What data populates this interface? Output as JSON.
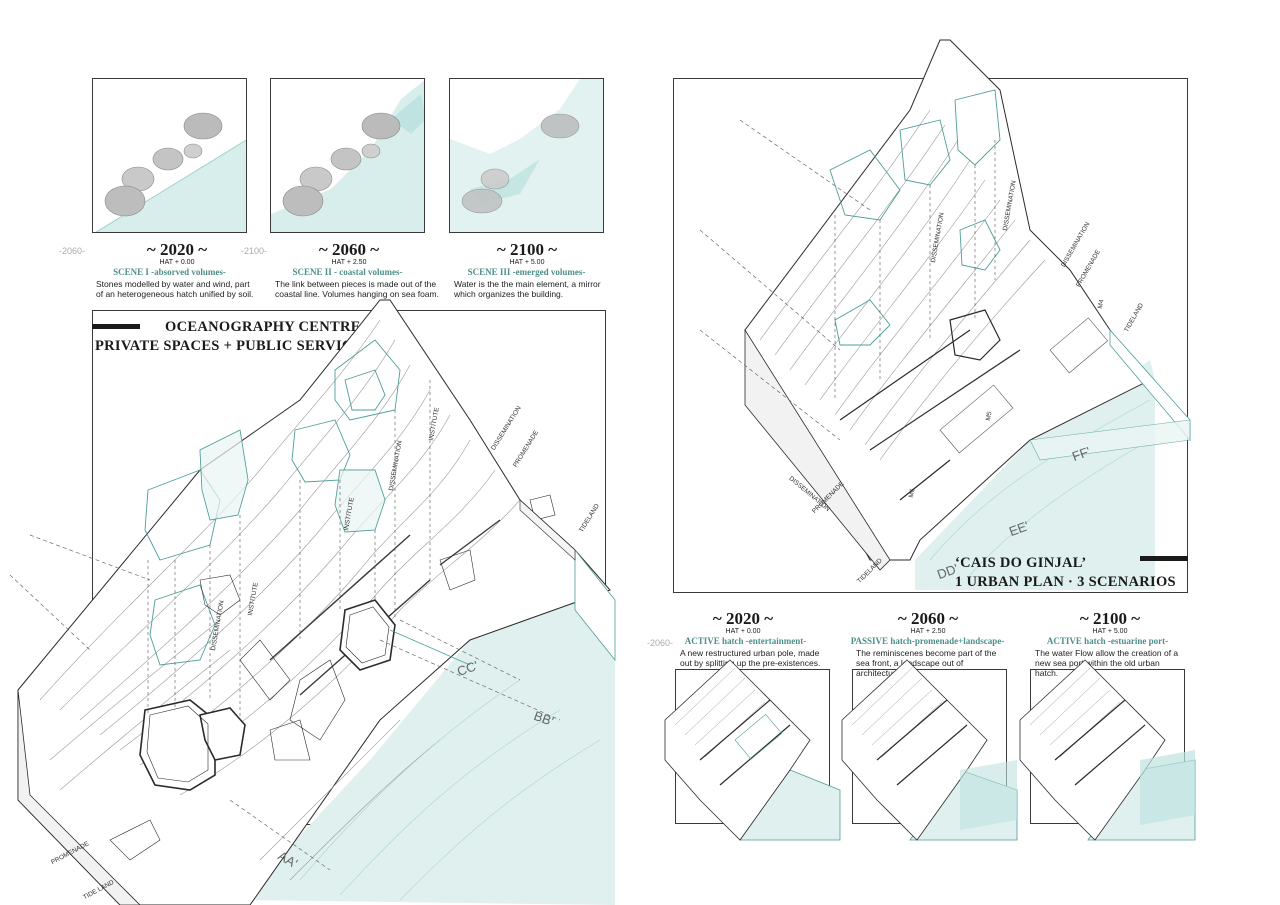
{
  "top_scenes": [
    {
      "year": "~ 2020 ~",
      "hat": "HAT + 0.00",
      "scene": "SCENE I -absorved volumes-",
      "desc": "Stones modelled by water and wind, part of an heterogeneous hatch unified by soil.",
      "side": ""
    },
    {
      "year": "~ 2060 ~",
      "hat": "HAT + 2.50",
      "scene": "SCENE II - coastal volumes-",
      "desc": "The link between pieces is made out of the coastal line. Volumes hanging on sea foam.",
      "side": "-2060-"
    },
    {
      "year": "~ 2100 ~",
      "hat": "HAT + 5.00",
      "scene": "SCENE III -emerged volumes-",
      "desc": "Water is the the main element, a mirror which organizes the building.",
      "side": "-2100-"
    }
  ],
  "bottom_scenes": [
    {
      "year": "~ 2020 ~",
      "hat": "HAT + 0.00",
      "scene": "ACTIVE hatch -entertainment-",
      "desc": "A new restructured urban pole, made out by splitting up the pre-existences.",
      "side": "-2060-"
    },
    {
      "year": "~ 2060 ~",
      "hat": "HAT + 2.50",
      "scene": "PASSIVE hatch-promenade+landscape-",
      "desc": "The reminiscenes become part of the sea front, a landscape out of architecture.",
      "side": ""
    },
    {
      "year": "~ 2100 ~",
      "hat": "HAT + 5.00",
      "scene": "ACTIVE hatch -estuarine port-",
      "desc": "The water Flow allow the creation of a new sea port within the old urban hatch.",
      "side": ""
    }
  ],
  "left_title": {
    "line1": "OCEANOGRAPHY CENTRE",
    "line2": "PRIVATE SPACES + PUBLIC SERVICE"
  },
  "right_title": {
    "line1": "‘CAIS DO GINJAL’",
    "line2": "1 URBAN PLAN · 3 SCENARIOS"
  },
  "left_labels": {
    "dissemination": "DISSEMINATION",
    "promenade": "PROMENADE",
    "tideland": "TIDELAND",
    "institute1": "INSTITUTE",
    "institute2": "INSTITUTE",
    "dissemination2": "DISSEMINATION",
    "dissemination3": "DISSEMINATION",
    "institute3": "INSTITUTE",
    "section_cc": "CC'",
    "section_bb": "BB'",
    "section_aa": "AA'",
    "promenade_low": "PROMENADE",
    "tide_land": "TIDE LAND"
  },
  "right_labels": {
    "dissemination_top": "DISSEMINATION",
    "dissemination_mid": "DISSEMINATION",
    "dissemination_right": "DISSEMINATION",
    "promenade_right": "PROMENADE",
    "tideland_right": "TIDELAND",
    "dissemination_low": "DISSEMINATION",
    "promenade_low": "PROMENADE",
    "tideland_low": "TIDELAND",
    "m4": "M4",
    "m5": "M5",
    "m6": "M6",
    "section_ff": "FF'",
    "section_ee": "EE'",
    "section_dd": "DD'"
  },
  "colors": {
    "accent": "#4e8f8a",
    "water": "#d7eeed",
    "water_dark": "#a9d6d3",
    "line": "#2a2a2a",
    "grey": "#9a9a9a"
  }
}
